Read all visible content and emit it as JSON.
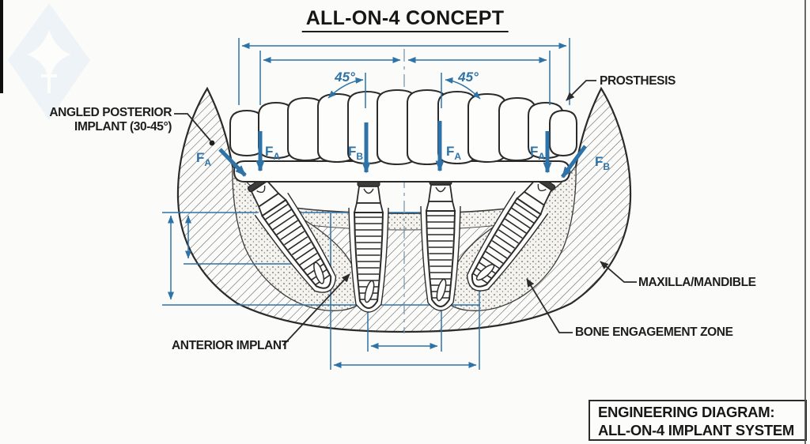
{
  "diagram": {
    "title": "ALL-ON-4 CONCEPT",
    "labels": {
      "angled_posterior": {
        "line1": "ANGLED POSTERIOR",
        "line2": "IMPLANT (30-45°)"
      },
      "prosthesis": "PROSTHESIS",
      "maxilla_mandible": "MAXILLA/MANDIBLE",
      "bone_engagement_zone": "BONE ENGAGEMENT ZONE",
      "anterior_implant": "ANTERIOR IMPLANT"
    },
    "angles": {
      "left": "45°",
      "right": "45°"
    },
    "forces": {
      "a": {
        "base": "F",
        "sub": "A"
      },
      "b": {
        "base": "F",
        "sub": "B"
      }
    },
    "title_block": {
      "line1": "ENGINEERING DIAGRAM:",
      "line2": "ALL-ON-4 IMPLANT SYSTEM"
    },
    "colors": {
      "annotation_blue": "#2e73a7",
      "line_black": "#2b2b2b"
    }
  }
}
